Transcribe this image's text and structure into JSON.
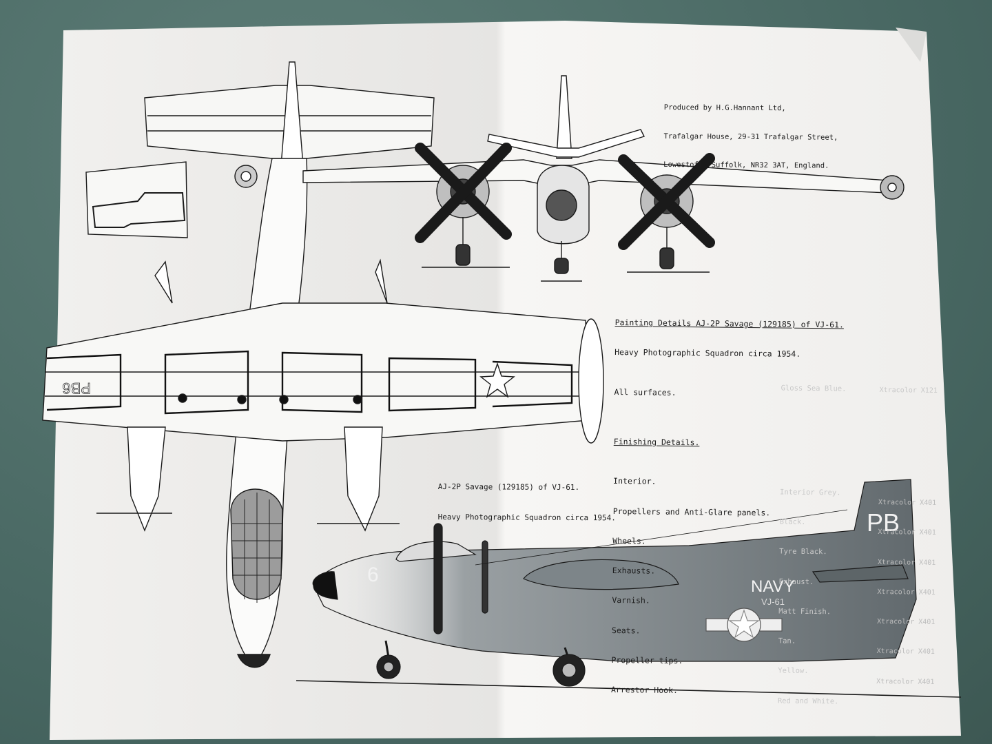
{
  "producer": {
    "lines": [
      "Produced by H.G.Hannant Ltd,",
      "Trafalgar House, 29-31 Trafalgar Street,",
      "Lowestoft, Suffolk, NR32 3AT, England."
    ]
  },
  "painting": {
    "title": "Painting Details AJ-2P Savage (129185) of VJ-61.",
    "subtitle": "Heavy Photographic Squadron circa 1954.",
    "all_surfaces": {
      "item": "All surfaces.",
      "color": "Gloss Sea Blue.",
      "paint": "Xtracolor X121"
    }
  },
  "finishing": {
    "title": "Finishing Details.",
    "rows": [
      {
        "item": "Interior.",
        "color": "Interior Grey.",
        "paint": "Xtracolor X401"
      },
      {
        "item": "Propellers and Anti-Glare panels.",
        "color": "Black.",
        "paint": "Xtracolor X401"
      },
      {
        "item": "Wheels.",
        "color": "Tyre Black.",
        "paint": "Xtracolor X401"
      },
      {
        "item": "Exhausts.",
        "color": "Exhaust.",
        "paint": "Xtracolor X401"
      },
      {
        "item": "Varnish.",
        "color": "Matt Finish.",
        "paint": "Xtracolor X401"
      },
      {
        "item": "Seats.",
        "color": "Tan.",
        "paint": "Xtracolor X401"
      },
      {
        "item": "Propeller tips.",
        "color": "Yellow.",
        "paint": "Xtracolor X401"
      },
      {
        "item": "Arrestor Hook.",
        "color": "Red and White.",
        "paint": ""
      }
    ]
  },
  "caption": {
    "line1": "AJ-2P Savage (129185) of VJ-61.",
    "line2": "Heavy Photographic Squadron circa 1954."
  },
  "markings": {
    "tail_code": "PB",
    "nose_number": "6",
    "service": "NAVY",
    "squadron": "VJ-61",
    "wing_code": "PB6"
  },
  "colors": {
    "paper": "#f4f3f1",
    "ink": "#1a1a1a",
    "gloss_sea_blue": "#6e7579",
    "background": "#4f6f6a"
  }
}
